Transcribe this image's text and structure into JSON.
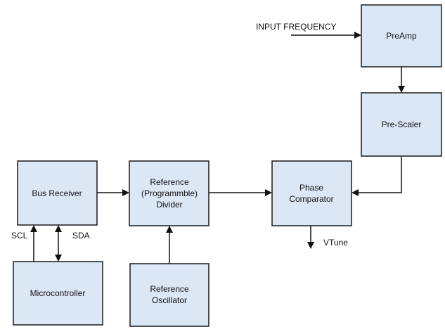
{
  "blocks": {
    "preamp": "PreAmp",
    "prescaler": "Pre-Scaler",
    "bus_receiver": "Bus Receiver",
    "ref_divider": [
      "Reference",
      "(Programmble)",
      "Divider"
    ],
    "phase_comparator": [
      "Phase",
      "Comparator"
    ],
    "microcontroller": "Microcontroller",
    "ref_oscillator": [
      "Reference",
      "Oscillator"
    ]
  },
  "labels": {
    "input_frequency": "INPUT FREQUENCY",
    "scl": "SCL",
    "sda": "SDA",
    "vtune": "VTune"
  },
  "colors": {
    "block_fill": "#dbe7f5",
    "stroke": "#1a1a1a"
  }
}
